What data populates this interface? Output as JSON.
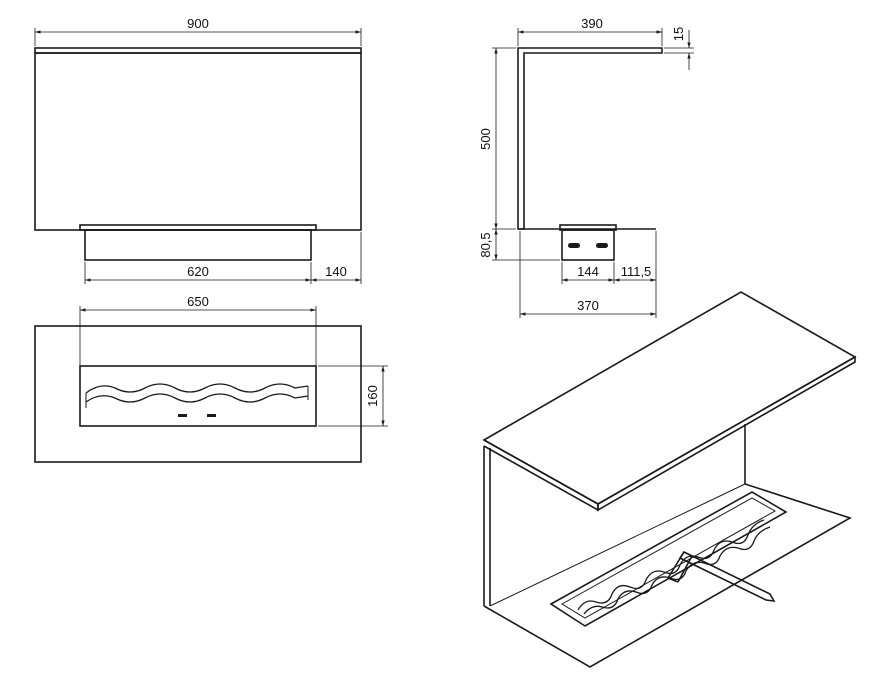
{
  "drawing_title": "",
  "line_color": "#1a1a1a",
  "background_color": "#ffffff",
  "front_view": {
    "dims": {
      "overall_width": "900",
      "burner_width": "620",
      "offset_right": "140"
    }
  },
  "top_view": {
    "dims": {
      "burner_length": "650",
      "burner_depth": "160"
    }
  },
  "side_view": {
    "dims": {
      "top_depth": "390",
      "top_thickness": "15",
      "height": "500",
      "burner_height": "80,5",
      "burner_depth": "144",
      "burner_offset": "111,5",
      "base_depth": "370"
    }
  }
}
